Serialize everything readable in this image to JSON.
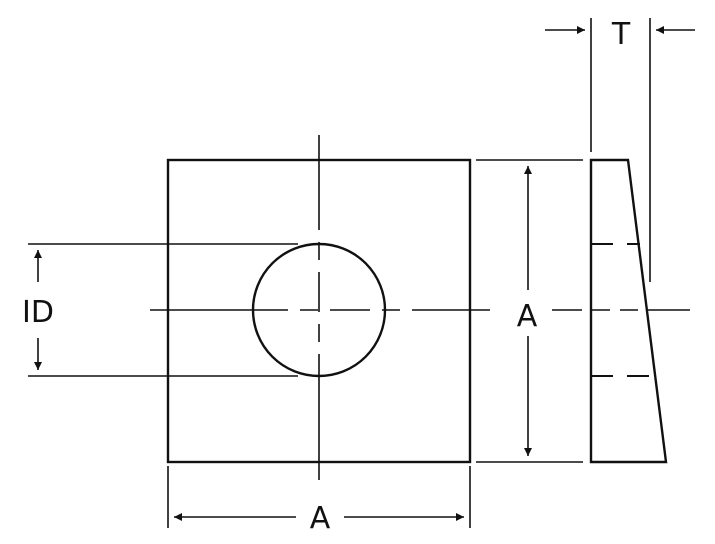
{
  "labels": {
    "inner_diameter": "ID",
    "side_width": "A",
    "side_height": "A",
    "thickness": "T"
  }
}
